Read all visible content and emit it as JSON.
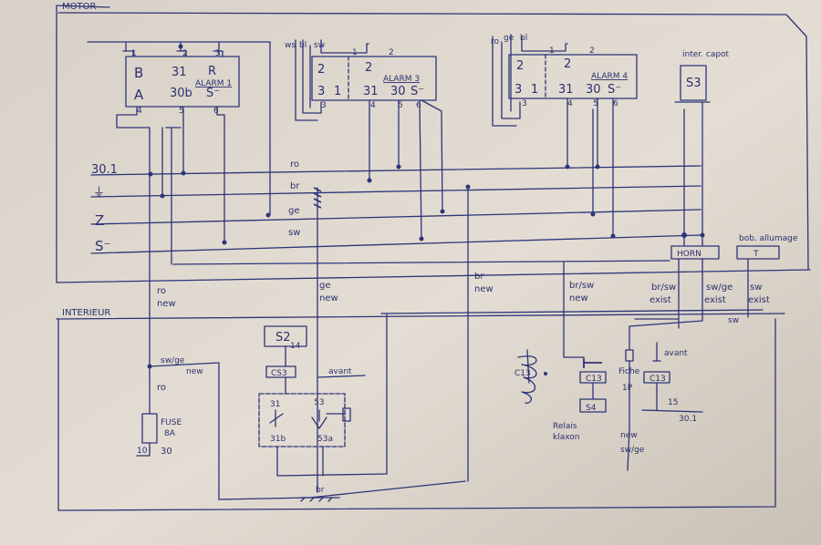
{
  "sections": {
    "motor": "MOTOR",
    "interieur": "INTERIEUR"
  },
  "bus_labels": {
    "l30": "30.1",
    "mass": "⏚",
    "z": "Z",
    "s": "S⁻"
  },
  "bus_wire_colors": {
    "ro": "ro",
    "br": "br",
    "ge": "ge",
    "sw": "sw"
  },
  "alarm1": {
    "name": "ALARM 1",
    "top_pins": [
      "1",
      "2",
      "3"
    ],
    "bottom_pins": [
      "4",
      "5",
      "6"
    ],
    "row1": [
      "B",
      "31",
      "R"
    ],
    "row2": [
      "A",
      "30b",
      "S⁻"
    ]
  },
  "alarm3": {
    "name": "ALARM 3",
    "top_pins": [
      "1",
      "2"
    ],
    "bottom_pins": [
      "3",
      "4",
      "5",
      "6"
    ],
    "row1": [
      "2",
      "2"
    ],
    "row2": [
      "3",
      "1",
      "31",
      "30",
      "S⁻"
    ],
    "wires": [
      "ws",
      "bl",
      "sw"
    ]
  },
  "alarm4": {
    "name": "ALARM 4",
    "top_pins": [
      "1",
      "2"
    ],
    "bottom_pins": [
      "3",
      "4",
      "5",
      "6"
    ],
    "row1": [
      "2",
      "2"
    ],
    "row2": [
      "3",
      "1",
      "31",
      "30",
      "S⁻"
    ],
    "wires": [
      "ro",
      "ge",
      "bl"
    ]
  },
  "hood": {
    "title": "inter. capot",
    "switch": "S3"
  },
  "horn": {
    "label": "HORN"
  },
  "coil": {
    "title": "bob. allumage",
    "label": "T"
  },
  "wire_notes": {
    "ro_new": [
      "ro",
      "new"
    ],
    "ge_new": [
      "ge",
      "new"
    ],
    "br_new": [
      "br",
      "new"
    ],
    "brsw_new": [
      "br/sw",
      "new"
    ],
    "brsw_exist": [
      "br/sw",
      "exist"
    ],
    "swge_exist": [
      "sw/ge",
      "exist"
    ],
    "sw_exist": [
      "sw",
      "exist"
    ],
    "sw_h": "sw",
    "swge_new": [
      "sw/ge",
      "new"
    ],
    "ro_fuse": "ro",
    "avant": "avant",
    "br_ground": "br",
    "new_swge": [
      "new",
      "sw/ge"
    ]
  },
  "fuse": {
    "label": [
      "FUSE",
      "8A"
    ],
    "pin_in": "10",
    "pin_out": "30"
  },
  "s2": {
    "label": "S2",
    "pin": "14",
    "conn": "CS3"
  },
  "ignition": {
    "pins": [
      "31",
      "53",
      "31b",
      "53a"
    ]
  },
  "relais": {
    "label": [
      "Relais",
      "klaxon"
    ],
    "s4": "S4",
    "conn": "C13"
  },
  "fiche": {
    "label": "Fiche",
    "pin": "1P",
    "conn": "C13"
  },
  "avant_conn": {
    "label": "avant",
    "conn": "C13",
    "pin": "15",
    "supply": "30.1"
  },
  "coil_interior": {
    "label": "C13"
  }
}
